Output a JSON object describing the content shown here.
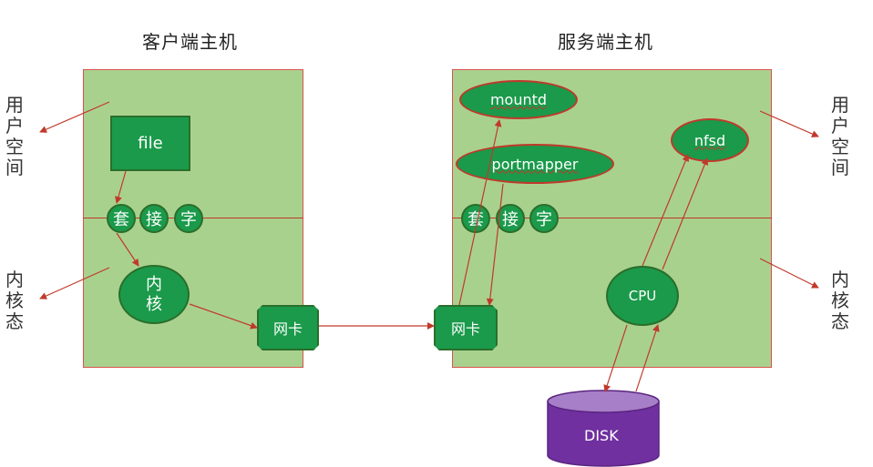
{
  "titles": {
    "client": "客户端主机",
    "server": "服务端主机"
  },
  "side_labels": {
    "left_user": "用户空间",
    "left_kernel": "内核态",
    "right_user": "用户空间",
    "right_kernel": "内核态"
  },
  "client": {
    "file": "file",
    "socket": [
      "套",
      "接",
      "字"
    ],
    "kernel": [
      "内",
      "核"
    ],
    "nic": "网卡"
  },
  "server": {
    "mountd": "mountd",
    "portmapper": "portmapper",
    "nfsd": "nfsd",
    "socket": [
      "套",
      "接",
      "字"
    ],
    "nic": "网卡",
    "cpu": "CPU",
    "disk": "DISK"
  },
  "colors": {
    "host_bg": "#a9d18e",
    "node_green": "#1a9a4a",
    "arrow_red": "#c0392b",
    "disk_purple": "#7030a0"
  }
}
